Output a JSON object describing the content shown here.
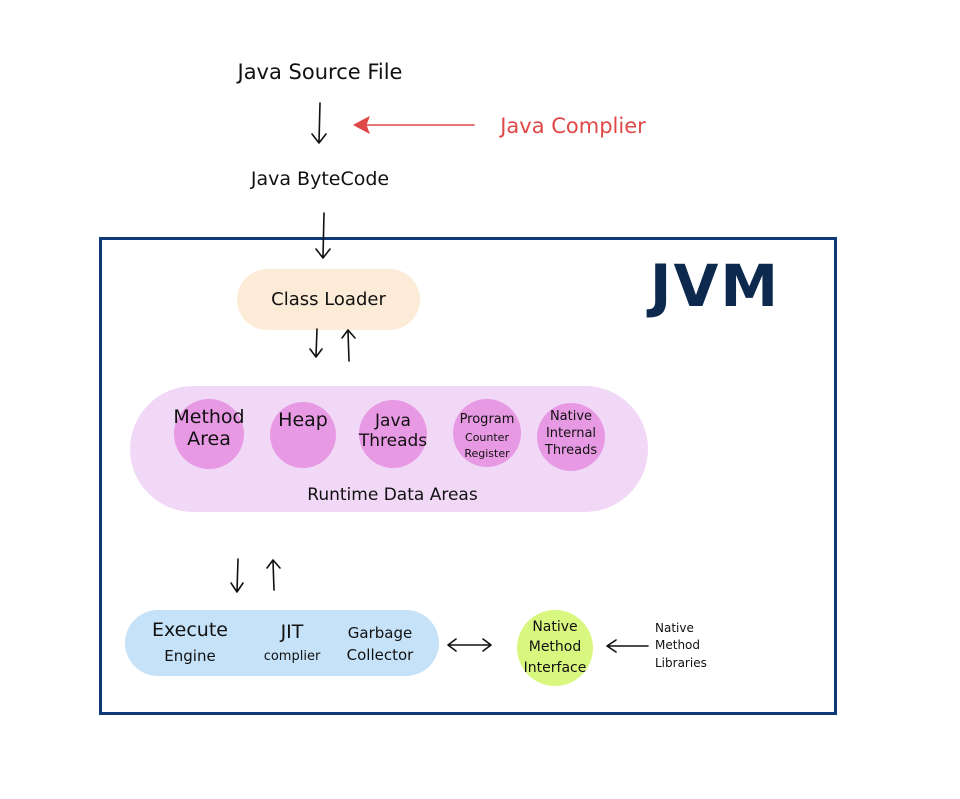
{
  "top": {
    "source_file": "Java Source File",
    "compiler": "Java Complier",
    "bytecode": "Java ByteCode"
  },
  "jvm": {
    "title": "JVM",
    "class_loader": "Class Loader",
    "runtime": {
      "label": "Runtime Data Areas",
      "areas": [
        {
          "lines": [
            "Method",
            "Area"
          ]
        },
        {
          "lines": [
            "Heap"
          ]
        },
        {
          "lines": [
            "Java",
            "Threads"
          ]
        },
        {
          "lines": [
            "Program",
            "Counter",
            "Register"
          ]
        },
        {
          "lines": [
            "Native",
            "Internal",
            "Threads"
          ]
        }
      ]
    },
    "execution": {
      "items": [
        {
          "lines": [
            "Execute",
            "Engine"
          ]
        },
        {
          "lines": [
            "JIT",
            "complier"
          ]
        },
        {
          "lines": [
            "Garbage",
            "Collector"
          ]
        }
      ]
    },
    "native_interface": {
      "lines": [
        "Native",
        "Method",
        "Interface"
      ]
    }
  },
  "native_libraries": {
    "lines": [
      "Native",
      "Method",
      "Libraries"
    ]
  },
  "colors": {
    "jvm_border": "#0f3a78",
    "jvm_title": "#0d2a4e",
    "compiler": "#e04848",
    "class_loader_bg": "#fcebd6",
    "runtime_bg": "#f1d8f7",
    "runtime_circle": "#e79ae3",
    "execution_bg": "#c6e2f8",
    "native_interface_bg": "#d8f77e"
  }
}
